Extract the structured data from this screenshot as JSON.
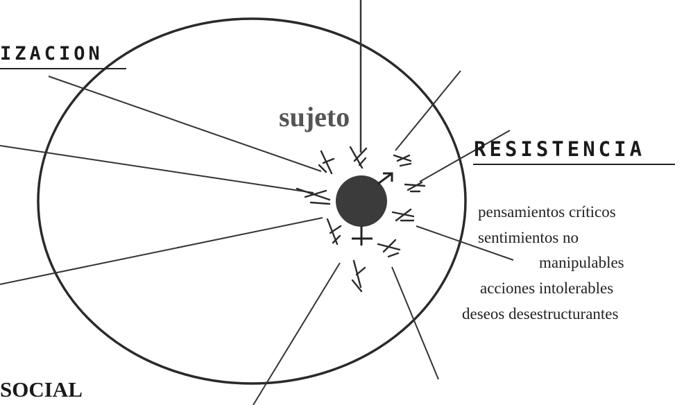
{
  "labels": {
    "izacion": "IZACION",
    "resistencia": "RESISTENCIA",
    "sujeto": "sujeto",
    "social": "SOCIAL"
  },
  "resistencia_items": [
    "pensamientos críticos",
    "sentimientos no",
    "manipulables",
    "acciones intolerables",
    "deseos desestructurantes"
  ],
  "colors": {
    "ink": "#1a1a1a",
    "center_blob": "#3b3b3b",
    "sujeto_text": "#555555",
    "background": "#ffffff"
  }
}
